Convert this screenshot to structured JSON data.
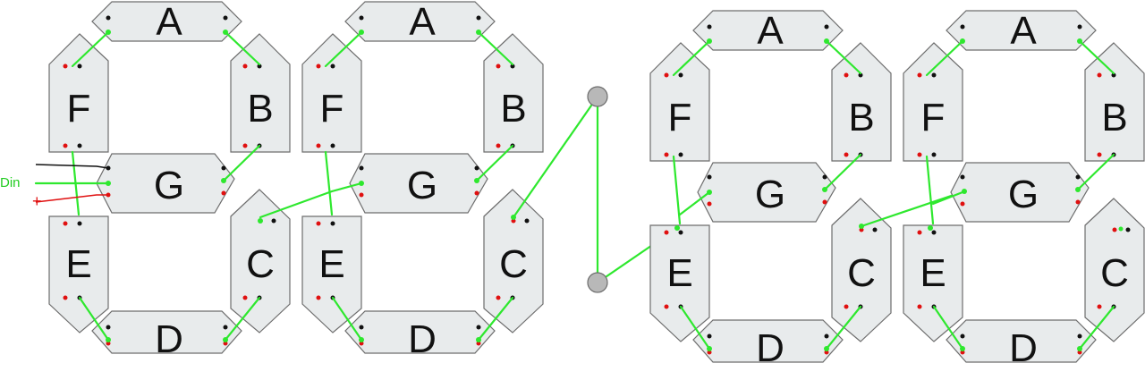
{
  "digits": [
    {
      "segments": {
        "A": "A",
        "B": "B",
        "C": "C",
        "D": "D",
        "E": "E",
        "F": "F",
        "G": "G"
      }
    },
    {
      "segments": {
        "A": "A",
        "B": "B",
        "C": "C",
        "D": "D",
        "E": "E",
        "F": "F",
        "G": "G"
      }
    },
    {
      "segments": {
        "A": "A",
        "B": "B",
        "C": "C",
        "D": "D",
        "E": "E",
        "F": "F",
        "G": "G"
      }
    },
    {
      "segments": {
        "A": "A",
        "B": "B",
        "C": "C",
        "D": "D",
        "E": "E",
        "F": "F",
        "G": "G"
      }
    }
  ],
  "inputs": {
    "data_label": "Din",
    "power_label": "+"
  },
  "colors": {
    "segment_fill": "#e8ebec",
    "segment_stroke": "#6d6d6d",
    "data_wire": "#2ee82e",
    "power_wire": "#e01010",
    "ground_wire": "#111111",
    "bend_point": "#b8b8b8"
  }
}
